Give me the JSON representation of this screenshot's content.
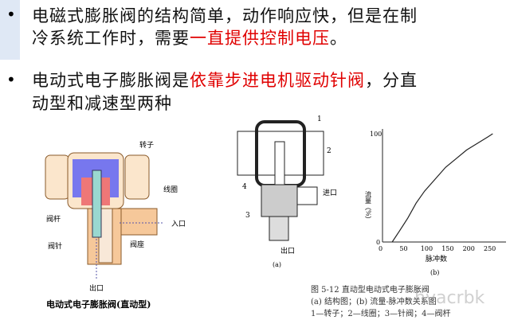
{
  "bullets": [
    {
      "line1": "电磁式膨胀阀的结构简单，动作响应快，但是在制",
      "line2_pre": "冷系统工作时，需要",
      "line2_red": "一直提供控制电压",
      "line2_post": "。"
    },
    {
      "line1_pre": "电动式电子膨胀阀是",
      "line1_red": "依靠步进电机驱动针阀",
      "line1_post": "，分直",
      "line2": "动型和减速型两种"
    }
  ],
  "left_figure": {
    "labels": {
      "rotor": "转子",
      "coil": "线圈",
      "stem": "阀杆",
      "inlet": "入口",
      "needle": "阀针",
      "seat": "阀座",
      "outlet": "出口"
    },
    "caption": "电动式电子膨胀阀(直动型)"
  },
  "right_figure": {
    "part_labels": [
      "1",
      "2",
      "3",
      "4"
    ],
    "inlet": "进口",
    "outlet": "出口",
    "sub_a": "(a)",
    "sub_b": "(b)",
    "caption1": "图 5-12  直动型电动式电子膨胀阀",
    "caption2": "(a) 结构图；(b) 流量-脉冲数关系图",
    "caption3": "1—转子；2—线圈；3—针阀；4—阀杆",
    "watermark": "hvacrbk"
  },
  "chart_data": {
    "type": "line",
    "xlabel": "脉冲数",
    "ylabel": "流量（%）",
    "xlim": [
      0,
      280
    ],
    "ylim": [
      0,
      100
    ],
    "xticks": [
      "0",
      "50",
      "100",
      "150",
      "200",
      "250"
    ],
    "yticks": [
      "0",
      "100"
    ],
    "x": [
      23,
      40,
      60,
      80,
      100,
      125,
      150,
      175,
      200,
      225,
      250,
      262
    ],
    "y": [
      0,
      10,
      22,
      36,
      47,
      58,
      69,
      77,
      85,
      91,
      97,
      100
    ]
  }
}
